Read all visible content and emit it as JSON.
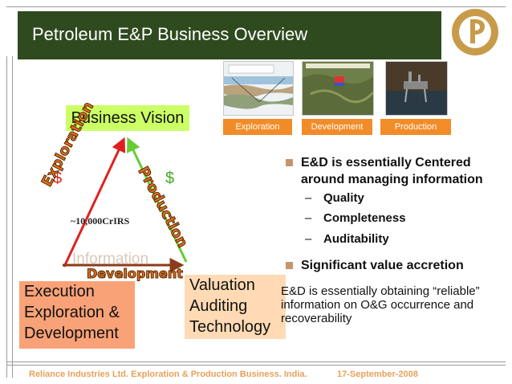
{
  "title": "Petroleum E&P Business Overview",
  "colors": {
    "title_bar": "#2f4a1f",
    "tag_orange": "#f28c28",
    "vision_green": "#ccff66",
    "execution_salmon": "#f9a278",
    "valuation_peach": "#ffdab4",
    "bullet_square": "#c8956a",
    "footer_text": "#e8a15a",
    "arrow_red": "#e02020",
    "arrow_green": "#66cc33"
  },
  "logo": {
    "icon": "reliance-logo"
  },
  "photos": [
    {
      "icon": "seismic-diagram-image",
      "label": "Exploration"
    },
    {
      "icon": "development-map-image",
      "label": "Development"
    },
    {
      "icon": "offshore-platform-image",
      "label": "Production"
    }
  ],
  "triangle": {
    "vision": "Business Vision",
    "execution_lines": [
      "Execution",
      "Exploration &",
      "Development"
    ],
    "valuation_lines": [
      "Valuation",
      "Auditing",
      "Technology"
    ],
    "exploration_arrow_label": "Exploration",
    "production_arrow_label": "Production",
    "development_arrow_label": "Development",
    "information_label": "Information",
    "dollar_left": "$",
    "dollar_right": "$",
    "investment_note": "~10,000CrIRS"
  },
  "bullets": [
    {
      "lines": [
        "E&D is essentially Centered",
        "around managing information"
      ],
      "sub": [
        "Quality",
        "Completeness",
        "Auditability"
      ]
    },
    {
      "lines": [
        "Significant value accretion"
      ],
      "sub": []
    }
  ],
  "dash_char": "–",
  "plain_text": "E&D is essentially obtaining “reliable” information on O&G occurrence and recoverability",
  "footer": {
    "left": "Reliance Industries Ltd. Exploration & Production Business. India.",
    "right": "17-September-2008"
  }
}
